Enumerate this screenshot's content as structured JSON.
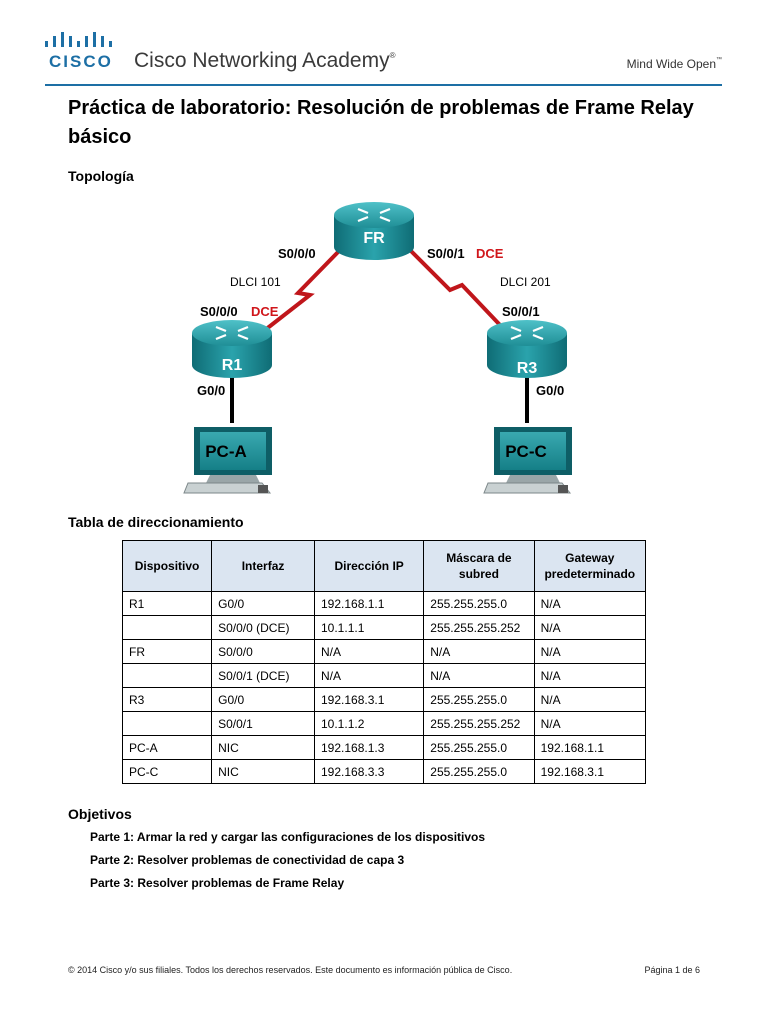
{
  "header": {
    "brand": "CISCO",
    "academy": "Cisco Networking Academy",
    "tagline": "Mind Wide Open",
    "reg_mark": "®",
    "tm_mark": "™"
  },
  "title": "Práctica de laboratorio: Resolución de problemas de Frame Relay básico",
  "topology": {
    "heading": "Topología",
    "routers": {
      "fr": "FR",
      "r1": "R1",
      "r3": "R3"
    },
    "pcs": {
      "a": "PC-A",
      "c": "PC-C"
    },
    "labels": {
      "fr_s000": "S0/0/0",
      "fr_s001": "S0/0/1",
      "fr_s001_dce": "DCE",
      "dlci_r1": "DLCI 101",
      "dlci_r3": "DLCI 201",
      "r1_s000": "S0/0/0",
      "r1_s000_dce": "DCE",
      "r3_s001": "S0/0/1",
      "r1_g00": "G0/0",
      "r3_g00": "G0/0"
    },
    "colors": {
      "serial_link": "#c0161b",
      "dce_text": "#d0161b",
      "router": "#1e8a93",
      "ethernet": "#000000"
    }
  },
  "addressing": {
    "heading": "Tabla de direccionamiento",
    "columns": [
      "Dispositivo",
      "Interfaz",
      "Dirección IP",
      "Máscara de subred",
      "Gateway predeterminado"
    ],
    "rows": [
      [
        "R1",
        "G0/0",
        "192.168.1.1",
        "255.255.255.0",
        "N/A"
      ],
      [
        "",
        "S0/0/0 (DCE)",
        "10.1.1.1",
        "255.255.255.252",
        "N/A"
      ],
      [
        "FR",
        "S0/0/0",
        "N/A",
        "N/A",
        "N/A"
      ],
      [
        "",
        "S0/0/1 (DCE)",
        "N/A",
        "N/A",
        "N/A"
      ],
      [
        "R3",
        "G0/0",
        "192.168.3.1",
        "255.255.255.0",
        "N/A"
      ],
      [
        "",
        "S0/0/1",
        "10.1.1.2",
        "255.255.255.252",
        "N/A"
      ],
      [
        "PC-A",
        "NIC",
        "192.168.1.3",
        "255.255.255.0",
        "192.168.1.1"
      ],
      [
        "PC-C",
        "NIC",
        "192.168.3.3",
        "255.255.255.0",
        "192.168.3.1"
      ]
    ],
    "header_bg": "#dbe5f1"
  },
  "objectives": {
    "heading": "Objetivos",
    "items": [
      "Parte 1: Armar la red y cargar las configuraciones de los dispositivos",
      "Parte 2: Resolver problemas de conectividad de capa 3",
      "Parte 3: Resolver problemas de Frame Relay"
    ]
  },
  "footer": {
    "copyright": "© 2014 Cisco y/o sus filiales. Todos los derechos reservados. Este documento es información pública de Cisco.",
    "page": "Página 1 de 6"
  }
}
